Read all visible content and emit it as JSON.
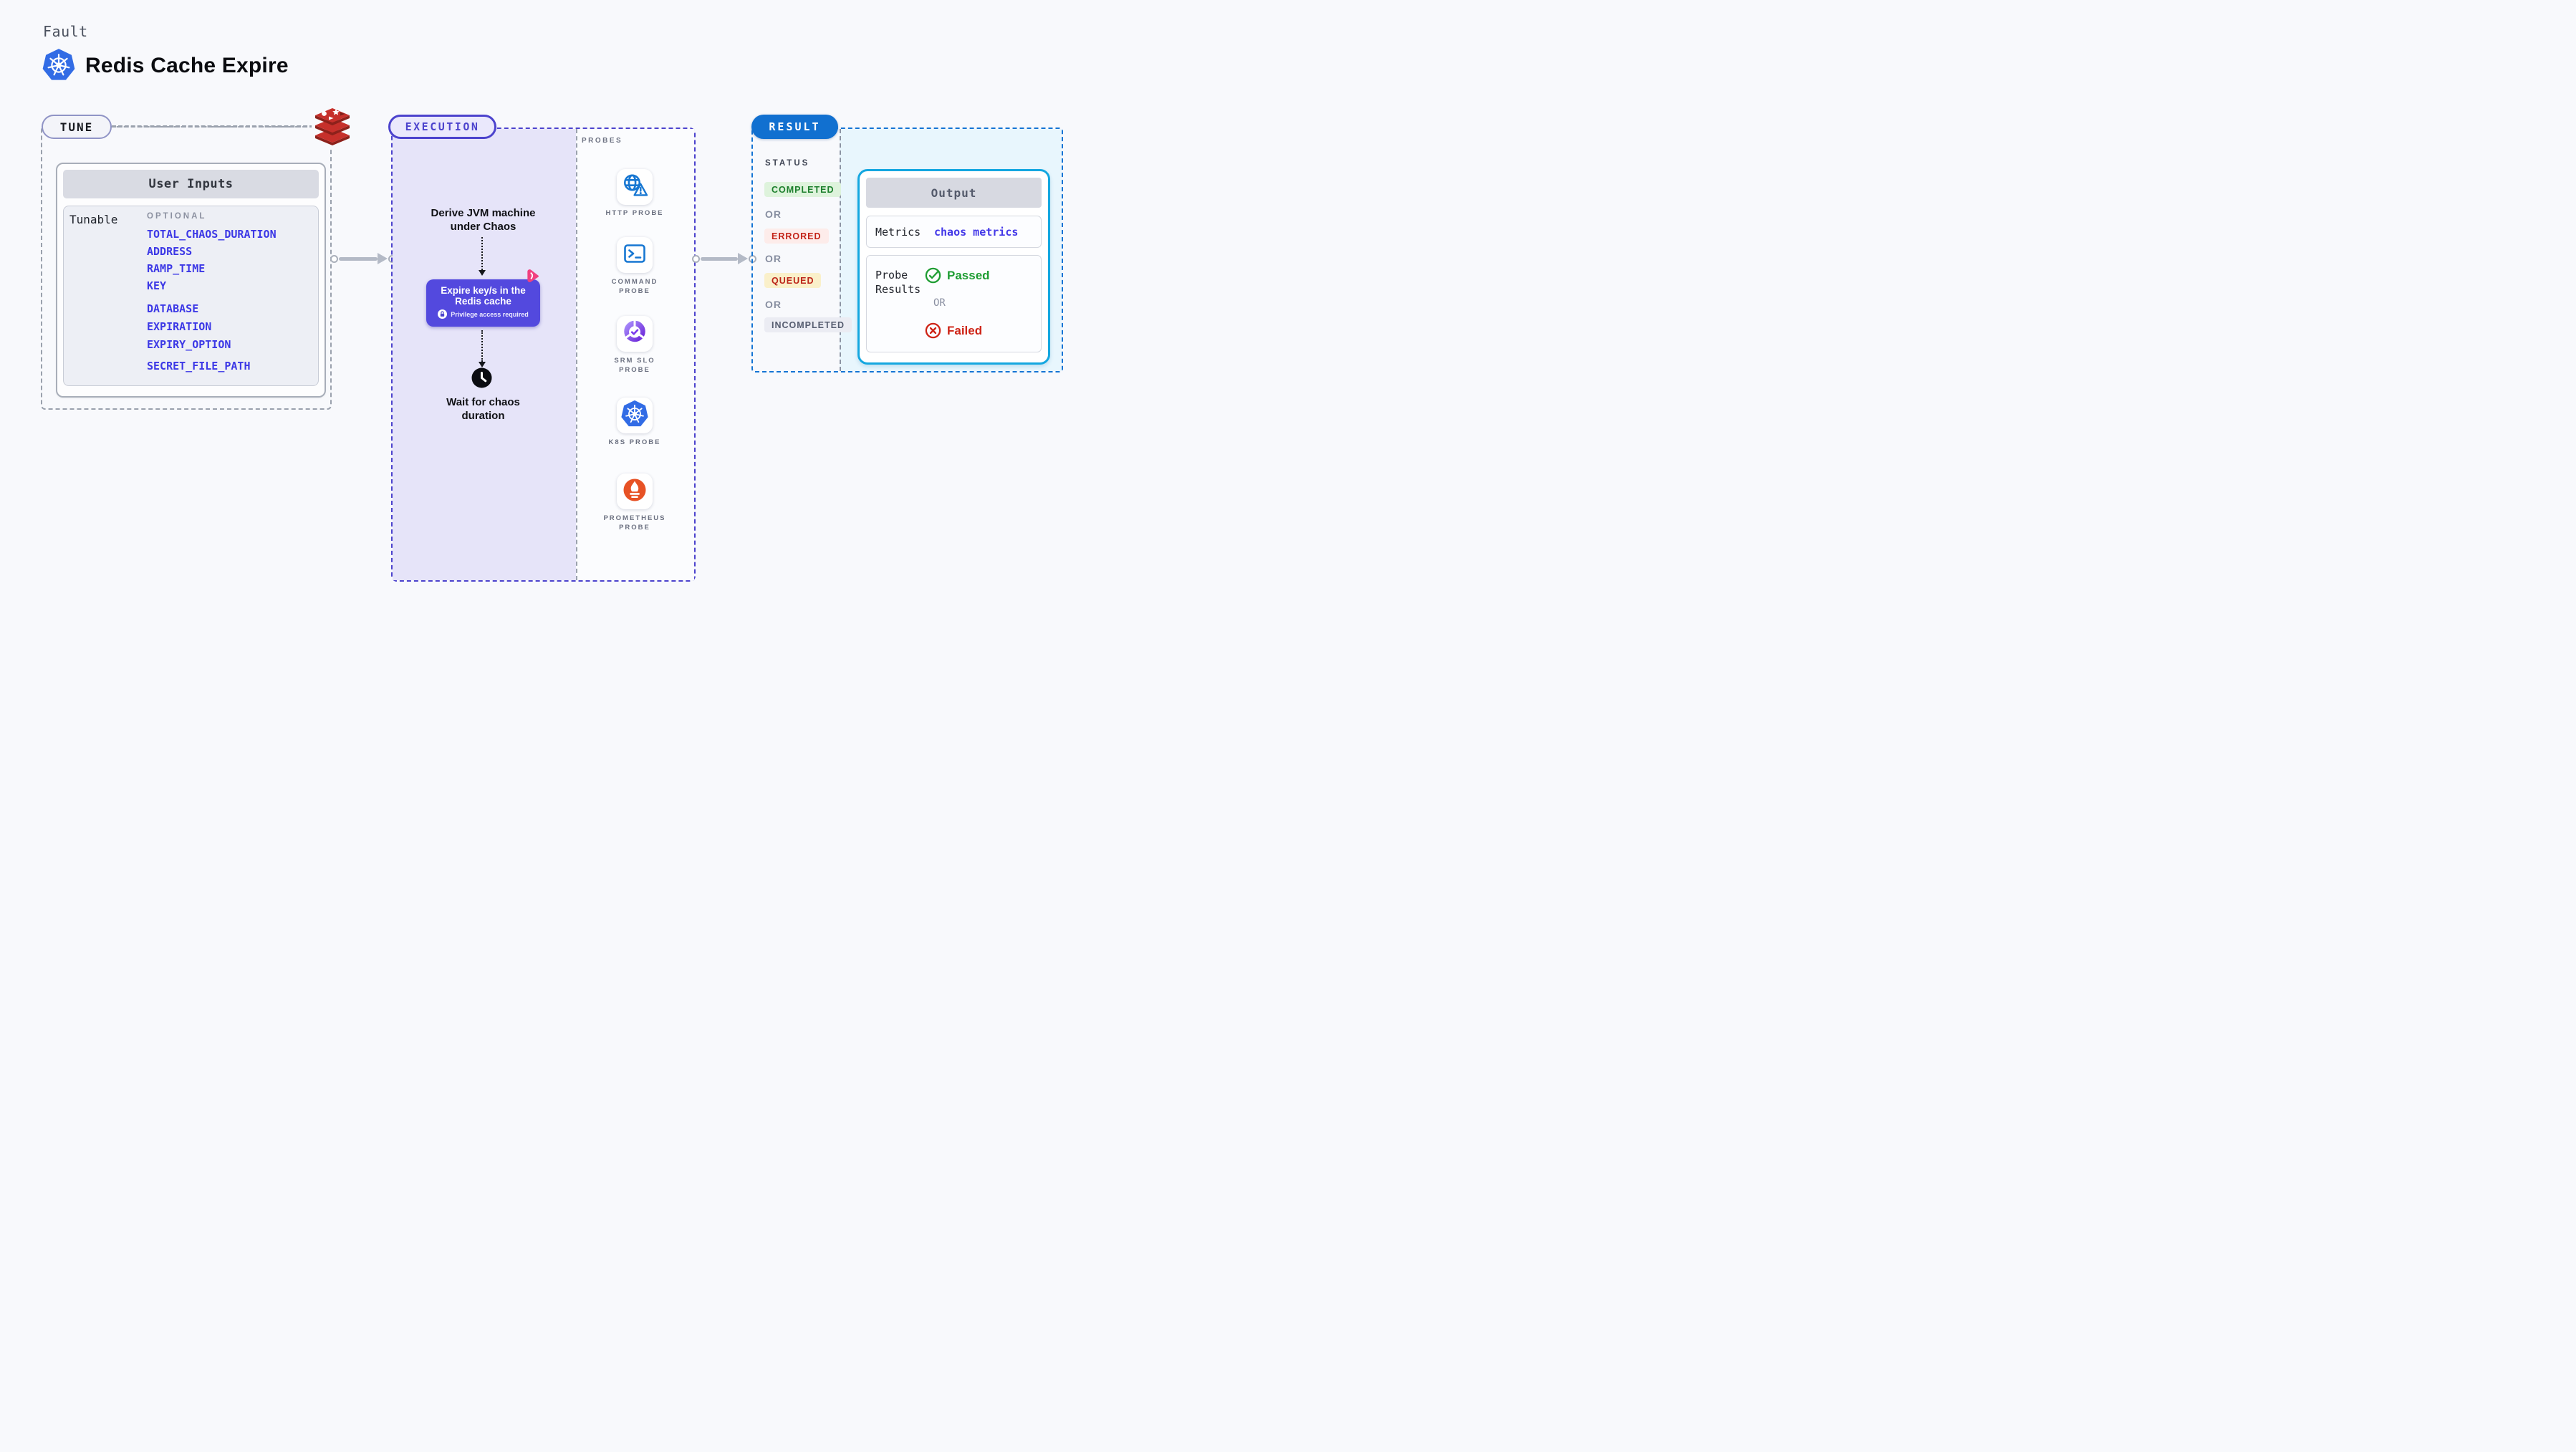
{
  "header": {
    "eyebrow": "Fault",
    "title": "Redis Cache Expire",
    "title_icon": "kubernetes-icon"
  },
  "tune": {
    "badge": "TUNE",
    "target_icon": "redis-icon",
    "card": {
      "header": "User Inputs",
      "row_label": "Tunable",
      "group_label": "OPTIONAL",
      "items": [
        "TOTAL_CHAOS_DURATION",
        "ADDRESS",
        "RAMP_TIME",
        "KEY",
        "DATABASE",
        "EXPIRATION",
        "EXPIRY_OPTION",
        "SECRET_FILE_PATH"
      ]
    }
  },
  "execution": {
    "badge": "EXECUTION",
    "probes_label": "PROBES",
    "step_derive": {
      "line1": "Derive JVM machine",
      "line2": "under Chaos"
    },
    "fault_card": {
      "line1": "Expire key/s in the",
      "line2": "Redis cache",
      "note": "Privilege access required",
      "note_icon": "lock-icon",
      "corner_icon": "chaos-pink-icon"
    },
    "step_wait": {
      "line1": "Wait for chaos",
      "line2": "duration",
      "icon": "clock-icon"
    },
    "probes": [
      {
        "icon": "globe-alert-icon",
        "lines": [
          "HTTP PROBE",
          ""
        ]
      },
      {
        "icon": "terminal-icon",
        "lines": [
          "COMMAND",
          "PROBE"
        ]
      },
      {
        "icon": "slo-donut-icon",
        "lines": [
          "SRM SLO",
          "PROBE"
        ]
      },
      {
        "icon": "kubernetes-icon",
        "lines": [
          "K8S PROBE",
          ""
        ]
      },
      {
        "icon": "prometheus-icon",
        "lines": [
          "PROMETHEUS",
          "PROBE"
        ]
      }
    ]
  },
  "result": {
    "badge": "RESULT",
    "status_label": "STATUS",
    "or_label": "OR",
    "statuses": [
      {
        "label": "COMPLETED",
        "fg": "#1c7f2c",
        "bg": "#def3dc"
      },
      {
        "label": "ERRORED",
        "fg": "#c32318",
        "bg": "#fdecea"
      },
      {
        "label": "QUEUED",
        "fg": "#bc2418",
        "bg": "#faf0ca"
      },
      {
        "label": "INCOMPLETED",
        "fg": "#565d70",
        "bg": "#ebecf3"
      }
    ],
    "output": {
      "header": "Output",
      "metrics_label": "Metrics",
      "metrics_value": "chaos metrics",
      "probe_results_label": {
        "line1": "Probe",
        "line2": "Results"
      },
      "passed": "Passed",
      "or": "OR",
      "failed": "Failed",
      "passed_color": "#1f9d33",
      "failed_color": "#ce2417"
    }
  },
  "colors": {
    "page_bg": "#f8f9fc",
    "execution_accent": "#4c43cd",
    "execution_fill": "#e6e4f9",
    "result_accent": "#1474d4",
    "result_fill": "#e8f6fd",
    "output_border": "#14a7e0",
    "env_link_blue": "#3c38e6",
    "kubernetes_blue": "#326ce5",
    "redis_red": "#c6302b",
    "prometheus_orange": "#e75225",
    "fault_card_indigo": "#5349de",
    "chaos_pink": "#f1407f"
  }
}
